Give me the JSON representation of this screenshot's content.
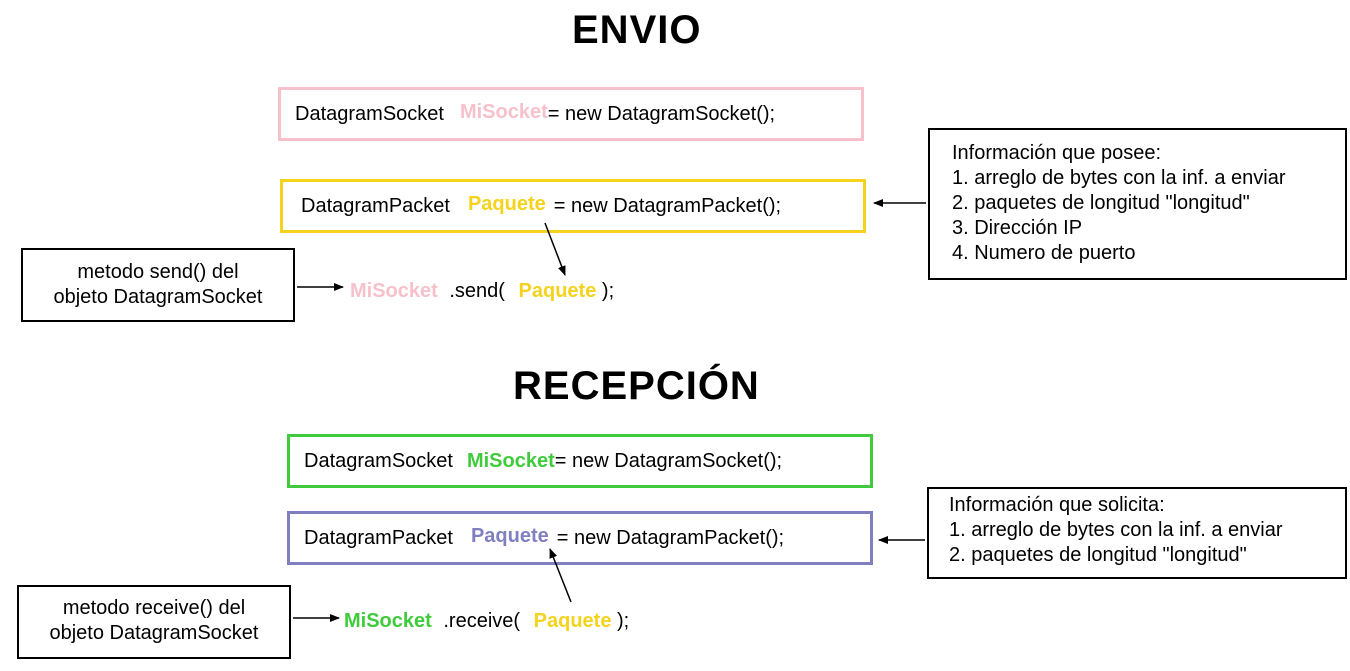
{
  "envio": {
    "title": "ENVIO",
    "socket_line": {
      "class": "DatagramSocket",
      "var": "MiSocket",
      "rest": "= new DatagramSocket();"
    },
    "packet_line": {
      "class": "DatagramPacket",
      "var": "Paquete",
      "rest": "= new DatagramPacket();"
    },
    "call_line": {
      "obj": "MiSocket",
      "method": ".send(",
      "arg": "Paquete",
      "close": ");"
    },
    "method_note": [
      "metodo send() del",
      "objeto DatagramSocket"
    ],
    "info": {
      "heading": "Información que posee:",
      "items": [
        "1. arreglo de bytes con la inf. a enviar",
        "2. paquetes de longitud \"longitud\"",
        "3. Dirección IP",
        "4. Numero de puerto"
      ]
    }
  },
  "recepcion": {
    "title": "RECEPCIÓN",
    "socket_line": {
      "class": "DatagramSocket",
      "var": "MiSocket",
      "rest": "= new DatagramSocket();"
    },
    "packet_line": {
      "class": "DatagramPacket",
      "var": "Paquete",
      "rest": "= new DatagramPacket();"
    },
    "call_line": {
      "obj": "MiSocket",
      "method": ".receive(",
      "arg": "Paquete",
      "close": ");"
    },
    "method_note": [
      "metodo receive() del",
      "objeto DatagramSocket"
    ],
    "info": {
      "heading": "Información que solicita:",
      "items": [
        "1. arreglo de bytes con la inf. a enviar",
        "2. paquetes de longitud \"longitud\""
      ]
    }
  },
  "colors": {
    "pink": "#f7c1cc",
    "yellow": "#f5d31c",
    "green": "#3fcb3c",
    "lavender": "#8080c0",
    "black": "#000000"
  }
}
